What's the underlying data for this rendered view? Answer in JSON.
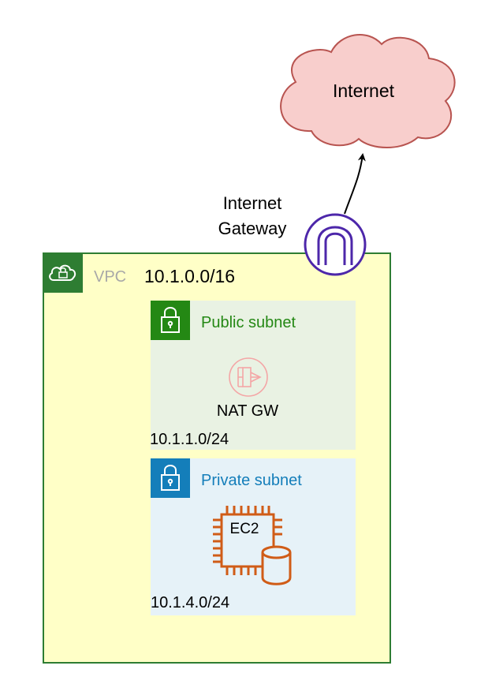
{
  "internet": {
    "label": "Internet"
  },
  "internet_gateway": {
    "label_line1": "Internet",
    "label_line2": "Gateway"
  },
  "vpc": {
    "label": "VPC",
    "cidr": "10.1.0.0/16"
  },
  "public_subnet": {
    "label": "Public subnet",
    "cidr": "10.1.1.0/24",
    "nat_gateway_label": "NAT GW"
  },
  "private_subnet": {
    "label": "Private subnet",
    "cidr": "10.1.4.0/24",
    "ec2_label": "EC2"
  },
  "colors": {
    "vpc_border": "#2e7d32",
    "vpc_fill": "#ffffc7",
    "public_fill": "#e9f2e3",
    "public_text": "#248814",
    "private_fill": "#e6f2f8",
    "private_text": "#147eba",
    "cloud_fill": "#f8cecc",
    "cloud_stroke": "#b85450",
    "gateway_stroke": "#4d27aa",
    "ec2_color": "#d05c17",
    "nat_color": "#f4a6a6"
  },
  "icons": {
    "vpc": "cloud-lock-icon",
    "subnet": "lock-icon",
    "gateway": "internet-gateway-icon",
    "nat": "nat-gateway-icon",
    "ec2": "ec2-chip-icon",
    "storage": "storage-cylinder-icon"
  }
}
